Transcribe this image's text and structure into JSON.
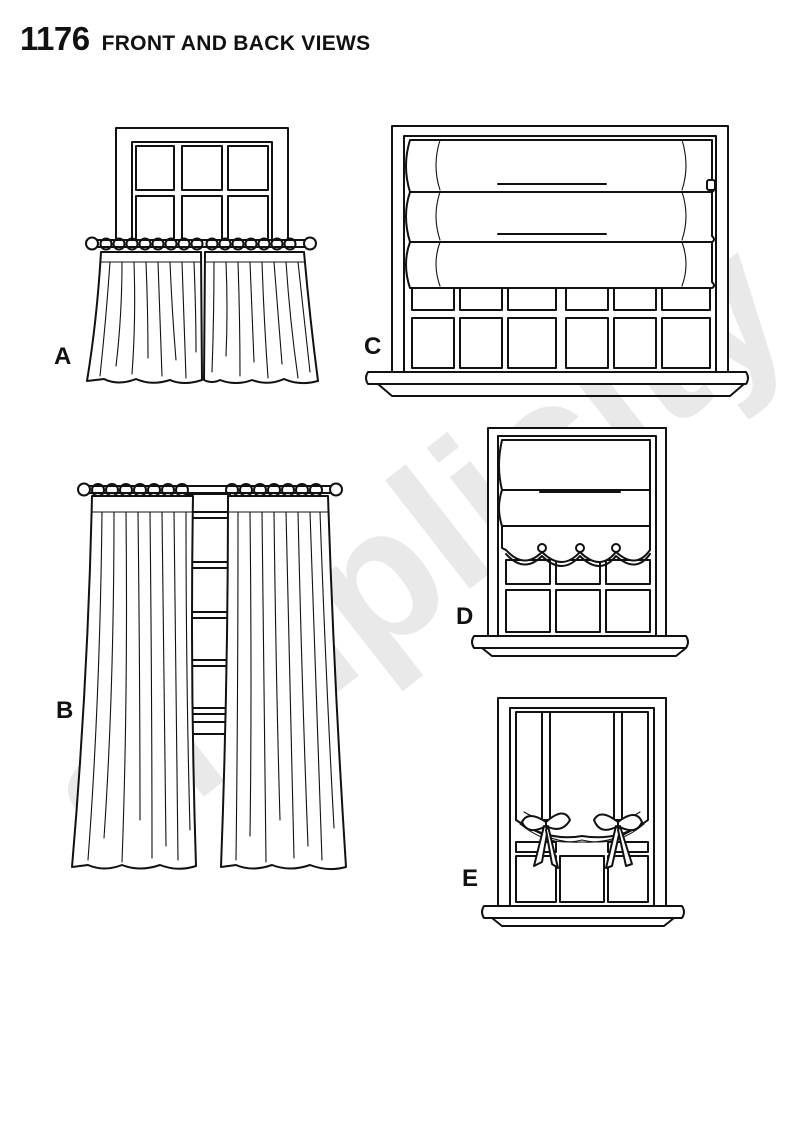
{
  "header": {
    "pattern_number": "1176",
    "title": "FRONT AND BACK VIEWS"
  },
  "watermark": {
    "text": "simplicity",
    "color": "#e9e9e9"
  },
  "views": [
    {
      "letter": "A"
    },
    {
      "letter": "B"
    },
    {
      "letter": "C"
    },
    {
      "letter": "D"
    },
    {
      "letter": "E"
    }
  ]
}
